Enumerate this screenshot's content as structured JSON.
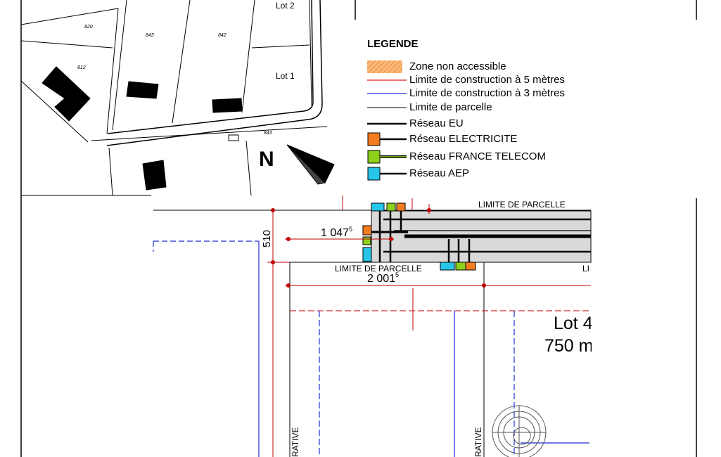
{
  "map": {
    "lots": {
      "lot2": "Lot 2",
      "lot1": "Lot 1",
      "lot4": "Lot 4",
      "lot4_area": "750 m"
    },
    "parcels": {
      "p820": "820",
      "p843": "843",
      "p842": "842",
      "p812": "812",
      "p843b": "843"
    },
    "north": "N",
    "dims": {
      "d510": "510",
      "d1047": "1 047",
      "d1047_sup": "5",
      "d2001": "2 001",
      "d2001_sup": "5"
    },
    "parcel_label": "LIMITE DE PARCELLE",
    "parcel_label_cut": "LI",
    "vertical_cut": "RATIVE"
  },
  "legend": {
    "title": "LEGENDE",
    "items": [
      {
        "label": "Zone non accessible",
        "kind": "hatch",
        "color": "#f7a35c"
      },
      {
        "label": "Limite de construction à 5 mètres",
        "kind": "line",
        "color": "#e31a1c"
      },
      {
        "label": "Limite de construction à 3 mètres",
        "kind": "line",
        "color": "#1f2fd6"
      },
      {
        "label": "Limite de parcelle",
        "kind": "thinline",
        "color": "#000000"
      },
      {
        "label": "Réseau EU",
        "kind": "thickline",
        "color": "#000000"
      },
      {
        "label": "Réseau ELECTRICITE",
        "kind": "box",
        "color": "#f47c20"
      },
      {
        "label": "Réseau FRANCE TELECOM",
        "kind": "box",
        "color": "#8ed11c"
      },
      {
        "label": "Réseau AEP",
        "kind": "box",
        "color": "#27c5e8"
      }
    ]
  }
}
